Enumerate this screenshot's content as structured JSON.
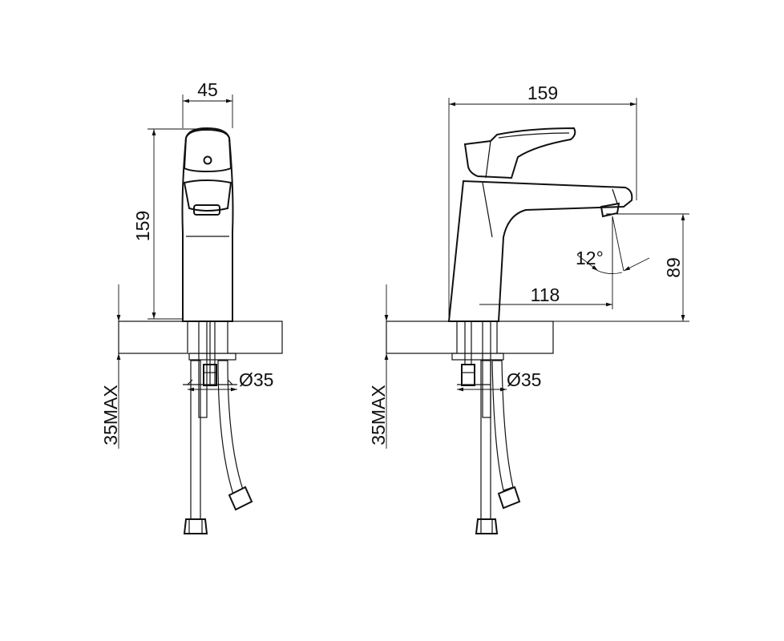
{
  "front_view": {
    "width_label": "45",
    "height_label": "159",
    "hole_label": "Ø35",
    "deck_label": "35MAX"
  },
  "side_view": {
    "length_label": "159",
    "reach_label": "118",
    "spout_height_label": "89",
    "angle_label": "12°",
    "hole_label": "Ø35",
    "deck_label": "35MAX"
  }
}
